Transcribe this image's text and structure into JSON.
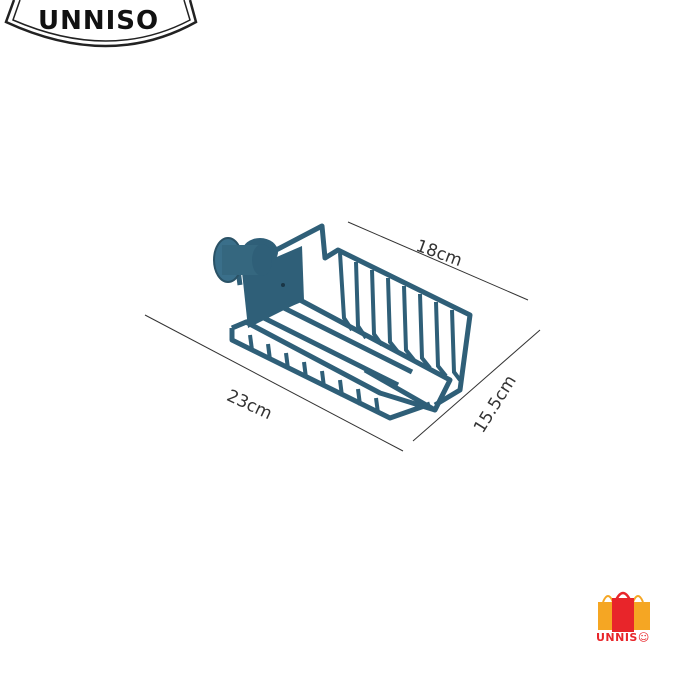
{
  "badge": {
    "text": "UNNISO"
  },
  "product": {
    "name": "sink faucet sponge holder rack",
    "color": "#2f5f78",
    "dimensions": {
      "depth_label": "18cm",
      "width_label": "23cm",
      "height_label": "15.5cm"
    }
  },
  "brand_logo": {
    "text": "UNNIS",
    "icon": "smiley-icon",
    "colors": {
      "red": "#e8252a",
      "orange": "#f5a623"
    }
  }
}
